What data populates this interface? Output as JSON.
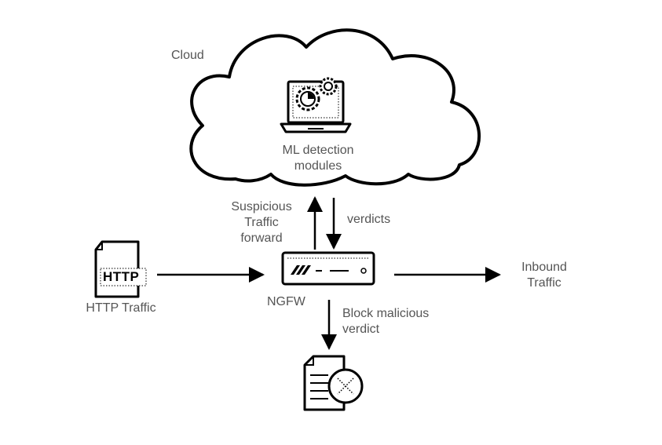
{
  "diagram": {
    "cloud_label": "Cloud",
    "ml_modules_label_line1": "ML detection",
    "ml_modules_label_line2": "modules",
    "suspicious_label_line1": "Suspicious",
    "suspicious_label_line2": "Traffic",
    "suspicious_label_line3": "forward",
    "verdicts_label": "verdicts",
    "http_icon_text": "HTTP",
    "http_traffic_label": "HTTP Traffic",
    "ngfw_label": "NGFW",
    "inbound_label_line1": "Inbound",
    "inbound_label_line2": "Traffic",
    "block_label_line1": "Block malicious",
    "block_label_line2": "verdict"
  },
  "icons": {
    "cloud": "cloud-icon",
    "laptop": "laptop-icon",
    "gear": "gear-icon",
    "http_document": "http-document-icon",
    "firewall": "firewall-appliance-icon",
    "blocked_document": "blocked-document-icon"
  }
}
